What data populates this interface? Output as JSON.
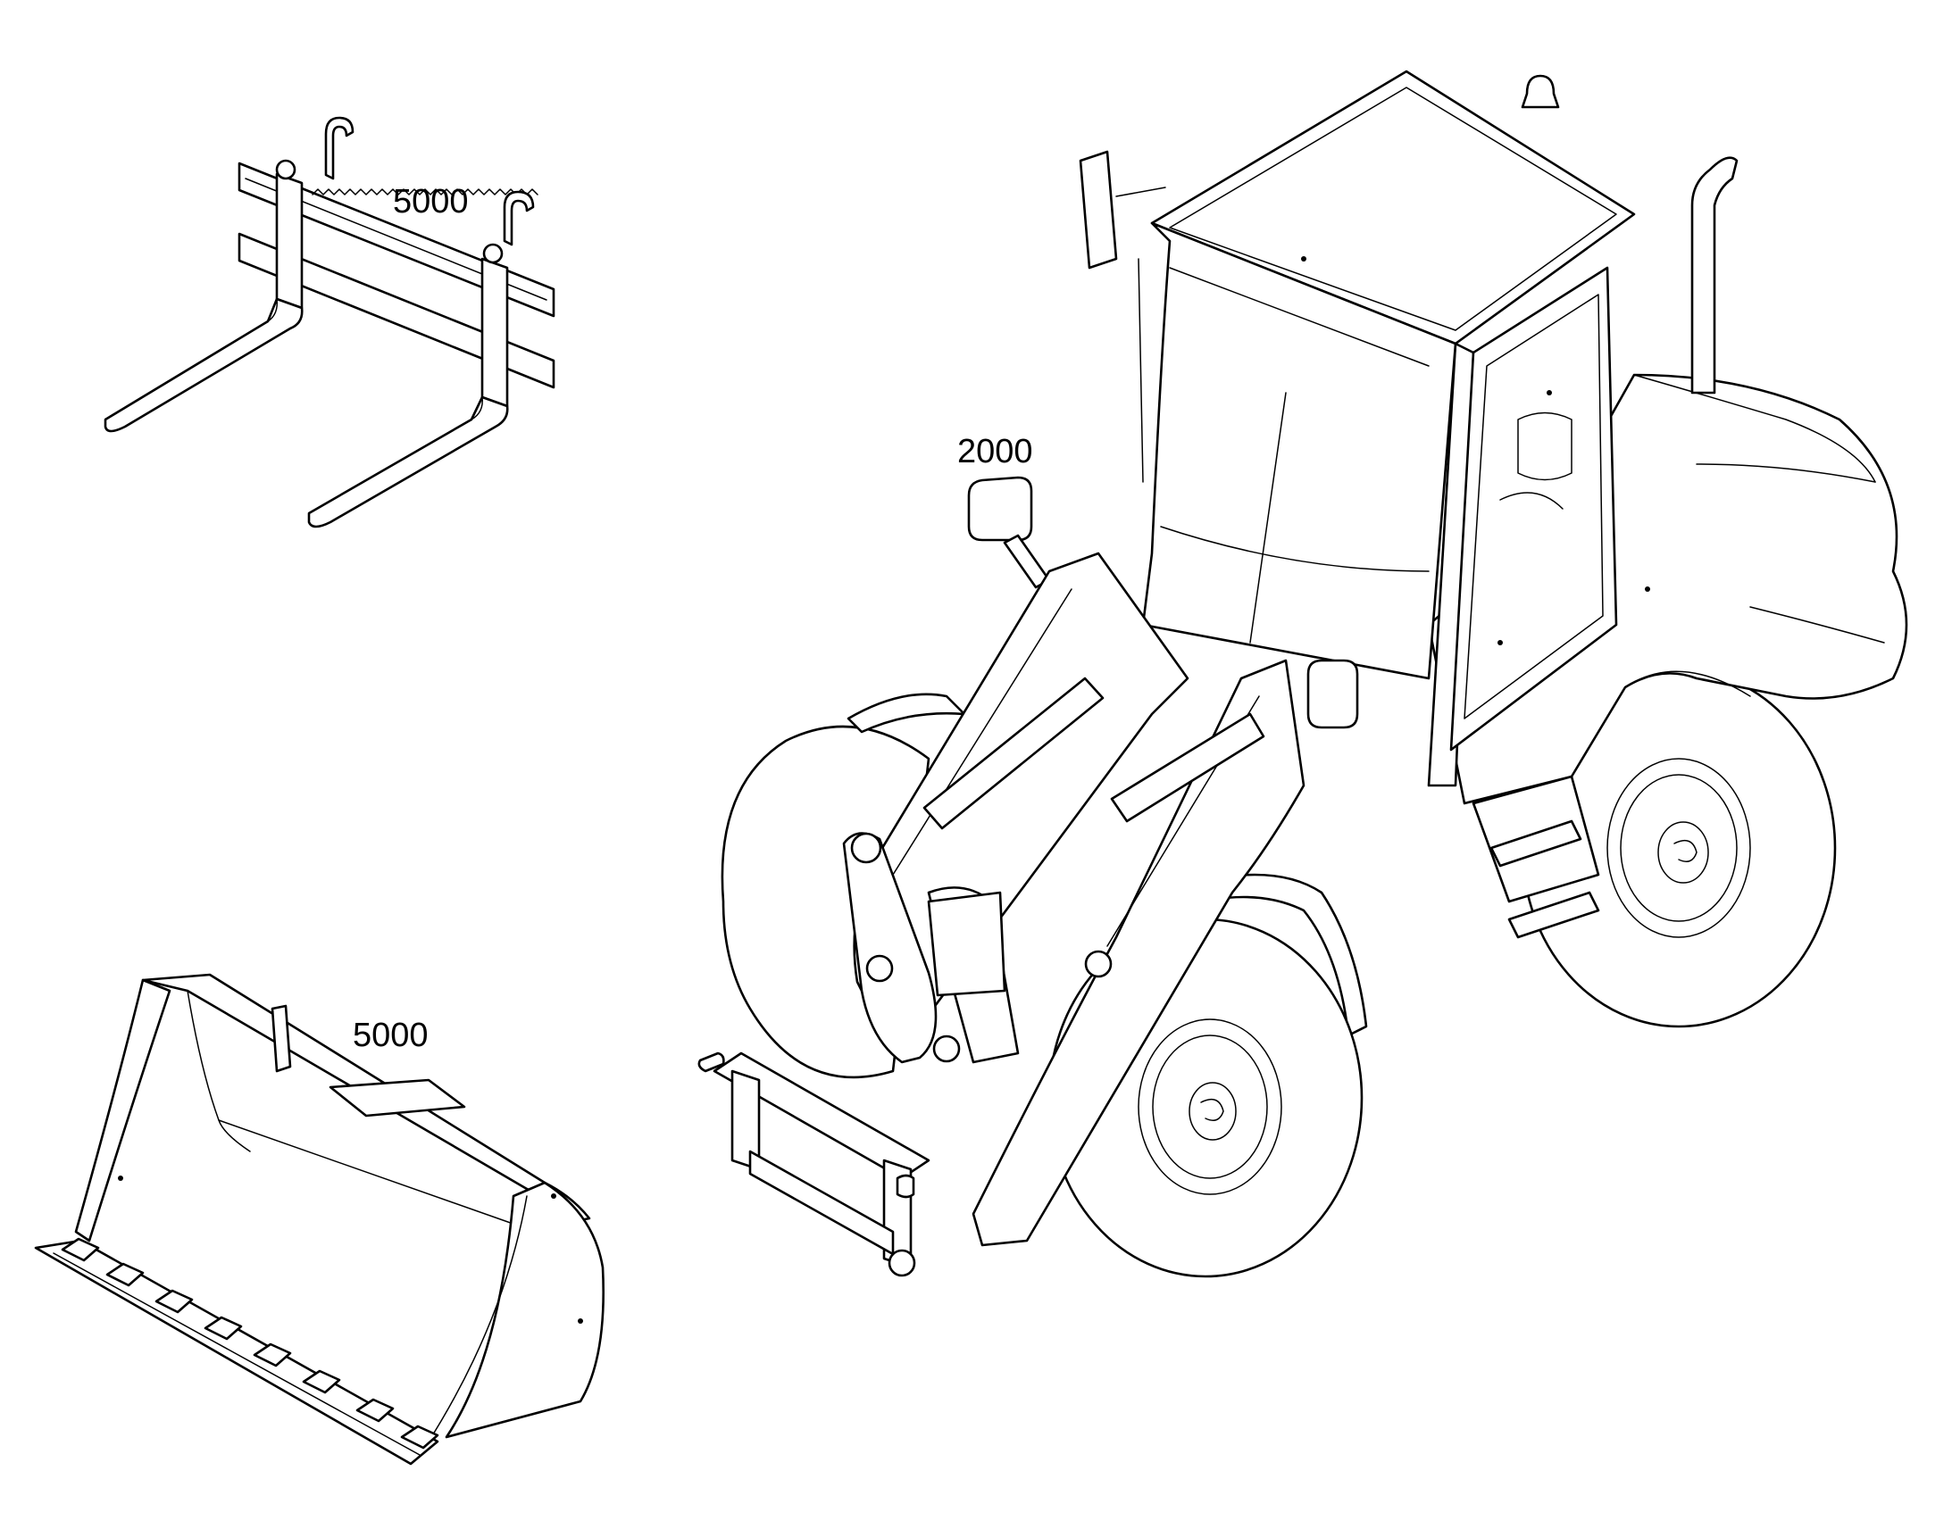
{
  "callouts": {
    "pallet_forks": "5000",
    "loader": "2000",
    "bucket": "5000"
  }
}
